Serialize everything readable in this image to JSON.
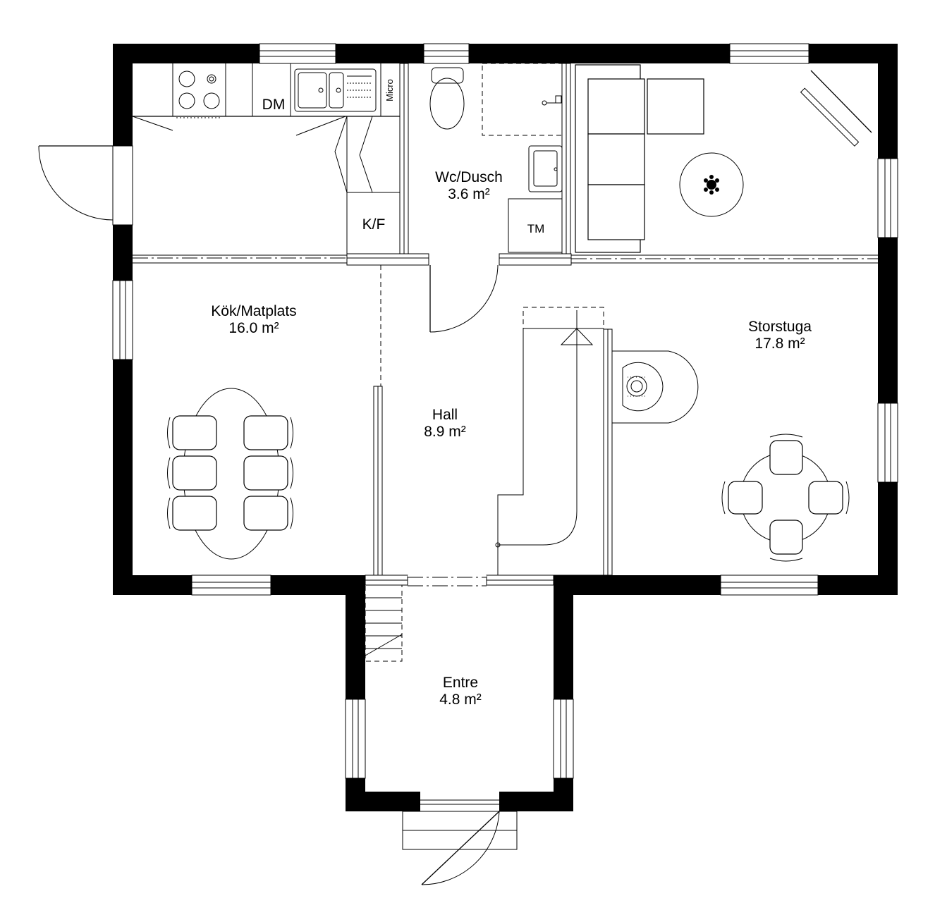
{
  "rooms": {
    "kitchen": {
      "name": "Kök/Matplats",
      "area": "16.0 m²"
    },
    "wc": {
      "name": "Wc/Dusch",
      "area": "3.6 m²"
    },
    "living": {
      "name": "Storstuga",
      "area": "17.8 m²"
    },
    "hall": {
      "name": "Hall",
      "area": "8.9 m²"
    },
    "entry": {
      "name": "Entre",
      "area": "4.8 m²"
    }
  },
  "appliances": {
    "dishwasher": "DM",
    "microwave": "Micro",
    "fridge_freezer": "K/F",
    "washer": "TM"
  }
}
